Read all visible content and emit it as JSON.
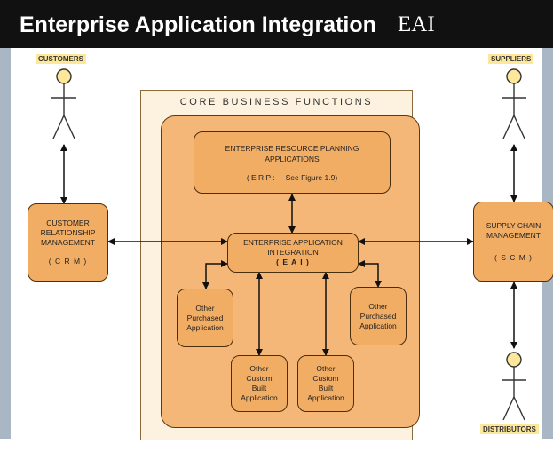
{
  "title": {
    "main": "Enterprise Application Integration",
    "abbr": "EAI"
  },
  "actors": {
    "customers": "CUSTOMERS",
    "suppliers": "SUPPLIERS",
    "distributors": "DISTRIBUTORS"
  },
  "core": {
    "title": "CORE BUSINESS FUNCTIONS"
  },
  "erp": {
    "line1": "ENTERPRISE RESOURCE PLANNING",
    "line2": "APPLICATIONS",
    "line3": "( E R P :     See Figure 1.9)"
  },
  "eai": {
    "line1": "ENTERPRISE APPLICATION",
    "line2": "INTEGRATION",
    "line3": "( E A I )"
  },
  "crm": {
    "line1": "CUSTOMER",
    "line2": "RELATIONSHIP",
    "line3": "MANAGEMENT",
    "line4": "( C R M )"
  },
  "scm": {
    "line1": "SUPPLY CHAIN",
    "line2": "MANAGEMENT",
    "line3": "( S C M )"
  },
  "purchased_left": {
    "line1": "Other",
    "line2": "Purchased",
    "line3": "Application"
  },
  "purchased_right": {
    "line1": "Other",
    "line2": "Purchased",
    "line3": "Application"
  },
  "custom_left": {
    "line1": "Other",
    "line2": "Custom",
    "line3": "Built",
    "line4": "Application"
  },
  "custom_right": {
    "line1": "Other",
    "line2": "Custom",
    "line3": "Built",
    "line4": "Application"
  },
  "colors": {
    "box_fill": "#f2ad64",
    "inner_fill": "#f4b778",
    "outer_fill": "#fdf2df",
    "tag_fill": "#fde79a",
    "title_bar": "#111111"
  }
}
